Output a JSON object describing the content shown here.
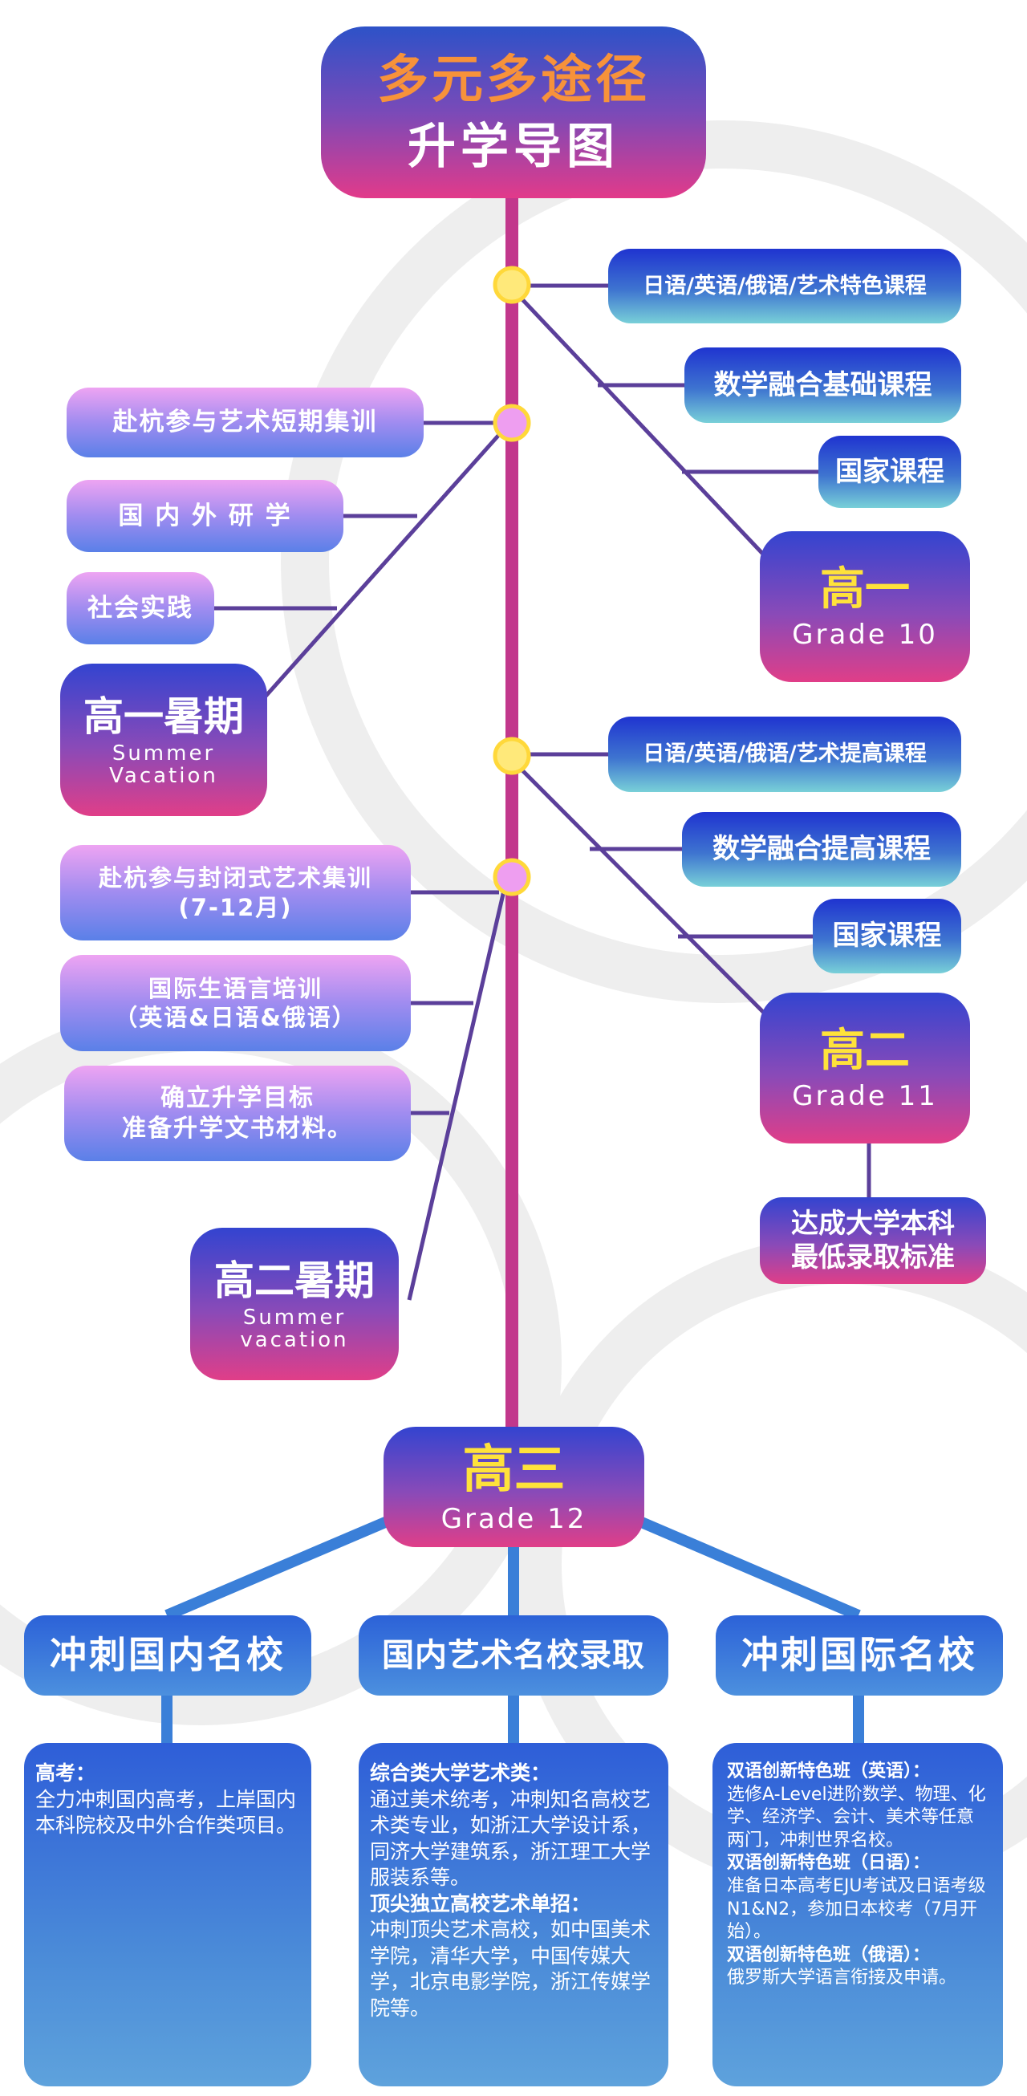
{
  "title": {
    "line1": "多元多途径",
    "line2": "升学导图"
  },
  "grade10": {
    "title": "高一",
    "subtitle": "Grade 10",
    "courses": [
      "日语/英语/俄语/艺术特色课程",
      "数学融合基础课程",
      "国家课程"
    ]
  },
  "summer1": {
    "title": "高一暑期",
    "subtitle": "Summer Vacation",
    "activities": [
      "赴杭参与艺术短期集训",
      "国 内 外 研 学",
      "社会实践"
    ]
  },
  "grade11": {
    "title": "高二",
    "subtitle": "Grade 11",
    "courses": [
      "日语/英语/俄语/艺术提高课程",
      "数学融合提高课程",
      "国家课程"
    ],
    "goal": [
      "达成大学本科",
      "最低录取标准"
    ]
  },
  "summer2": {
    "title": "高二暑期",
    "subtitle": [
      "Summer",
      "vacation"
    ],
    "activities": [
      [
        "赴杭参与封闭式艺术集训",
        "(7-12月)"
      ],
      [
        "国际生语言培训",
        "（英语&日语&俄语）"
      ],
      [
        "确立升学目标",
        "准备升学文书材料。"
      ]
    ]
  },
  "grade12": {
    "title": "高三",
    "subtitle": "Grade 12"
  },
  "paths": [
    {
      "header": "冲刺国内名校",
      "sections": [
        {
          "heading": "高考：",
          "text": "全力冲刺国内高考，上岸国内本科院校及中外合作类项目。"
        }
      ]
    },
    {
      "header": "国内艺术名校录取",
      "sections": [
        {
          "heading": "综合类大学艺术类：",
          "text": "通过美术统考，冲刺知名高校艺术类专业，如浙江大学设计系，同济大学建筑系，浙江理工大学服装系等。"
        },
        {
          "heading": "顶尖独立高校艺术单招：",
          "text": "冲刺顶尖艺术高校，如中国美术学院，清华大学，中国传媒大学，北京电影学院，浙江传媒学院等。"
        }
      ]
    },
    {
      "header": "冲刺国际名校",
      "sections": [
        {
          "heading": "双语创新特色班（英语）：",
          "text": "选修A-Level进阶数学、物理、化学、经济学、会计、美术等任意两门，冲刺世界名校。"
        },
        {
          "heading": "双语创新特色班（日语）：",
          "text": "准备日本高考EJU考试及日语考级N1&N2，参加日本校考（7月开始）。"
        },
        {
          "heading": "双语创新特色班（俄语）：",
          "text": "俄罗斯大学语言衔接及申请。"
        }
      ]
    }
  ],
  "colors": {
    "spine": "#c2378c",
    "connector": "#5b3f9a",
    "node_yellow": "#ffe97a",
    "node_pink": "#ee9ef0",
    "bottom_line": "#3a7fd8"
  }
}
